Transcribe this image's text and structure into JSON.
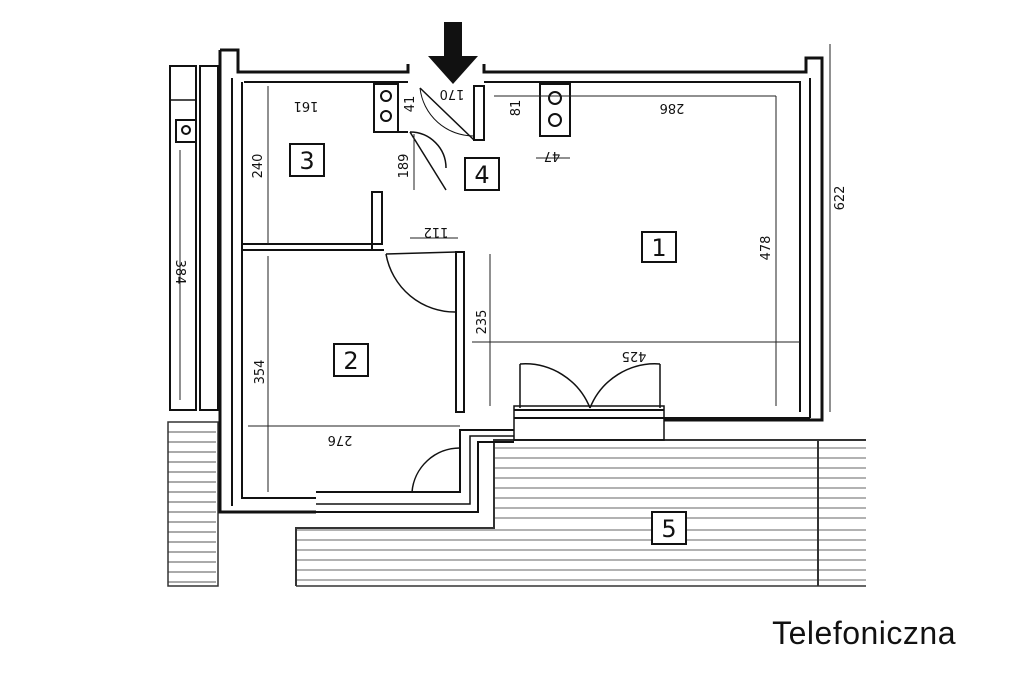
{
  "caption": "Telefoniczna",
  "rooms": [
    {
      "id": "room-1",
      "number": "1"
    },
    {
      "id": "room-2",
      "number": "2"
    },
    {
      "id": "room-3",
      "number": "3"
    },
    {
      "id": "room-4",
      "number": "4"
    },
    {
      "id": "room-5",
      "number": "5"
    }
  ],
  "dimensions": {
    "d286": "286",
    "d478": "478",
    "d425": "425",
    "d622": "622",
    "d240": "240",
    "d189": "189",
    "d161": "161",
    "d170": "170",
    "d81": "81",
    "d47": "47",
    "d112": "112",
    "d235": "235",
    "d384": "384",
    "d354": "354",
    "d276": "276",
    "d41": "41"
  },
  "entrance_marker": "arrow-down"
}
